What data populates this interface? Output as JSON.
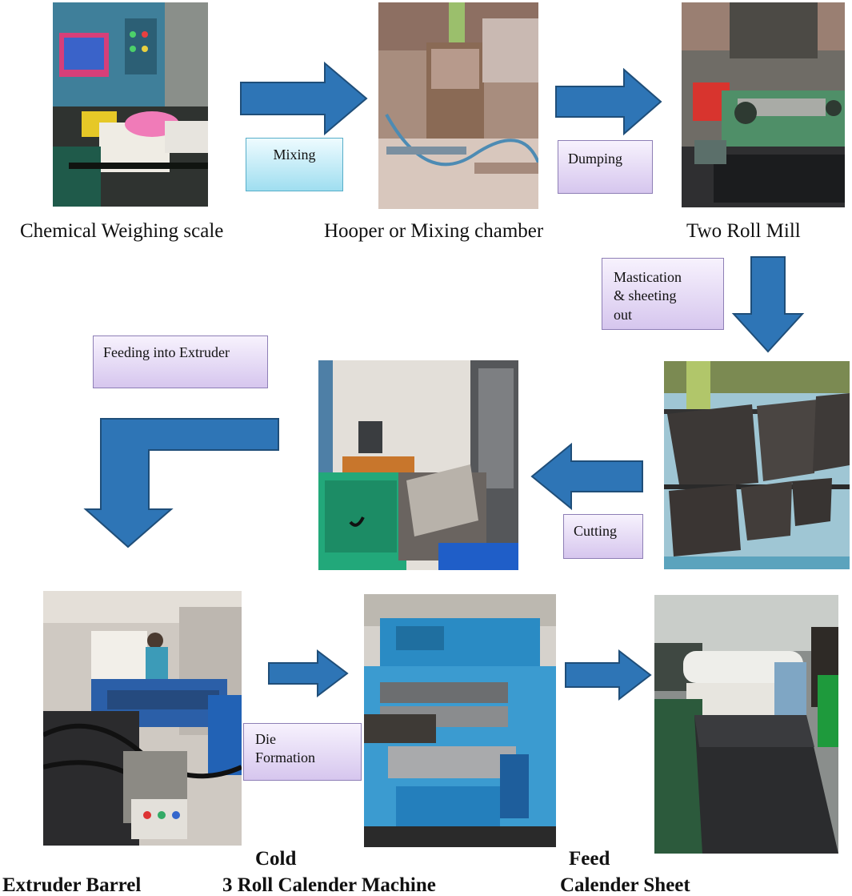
{
  "stations": {
    "weighing": {
      "caption": "Chemical Weighing scale"
    },
    "hopper": {
      "caption": "Hooper or Mixing chamber"
    },
    "mill": {
      "caption": "Two Roll Mill"
    },
    "sheets": {},
    "cutting": {},
    "extruder": {
      "caption": "Extruder Barrel"
    },
    "calender": {
      "caption_line1": "Cold",
      "caption_line2": "3 Roll Calender Machine"
    },
    "calender_sheet": {
      "caption_line1": "Feed",
      "caption_line2": "Calender Sheet"
    }
  },
  "steps": {
    "mixing": "Mixing",
    "dumping": "Dumping",
    "mastication": [
      "Mastication",
      "& sheeting",
      "out"
    ],
    "cutting": "Cutting",
    "feeding": "Feeding into Extruder",
    "die_formation": [
      "Die",
      "Formation"
    ]
  },
  "colors": {
    "arrow_fill": "#2e75b6",
    "arrow_stroke": "#1f4e79",
    "label_box_purple": "#ddd0f0",
    "label_box_cyan": "#a9e3f3"
  },
  "icons": {
    "arrow": "arrow-icon"
  }
}
